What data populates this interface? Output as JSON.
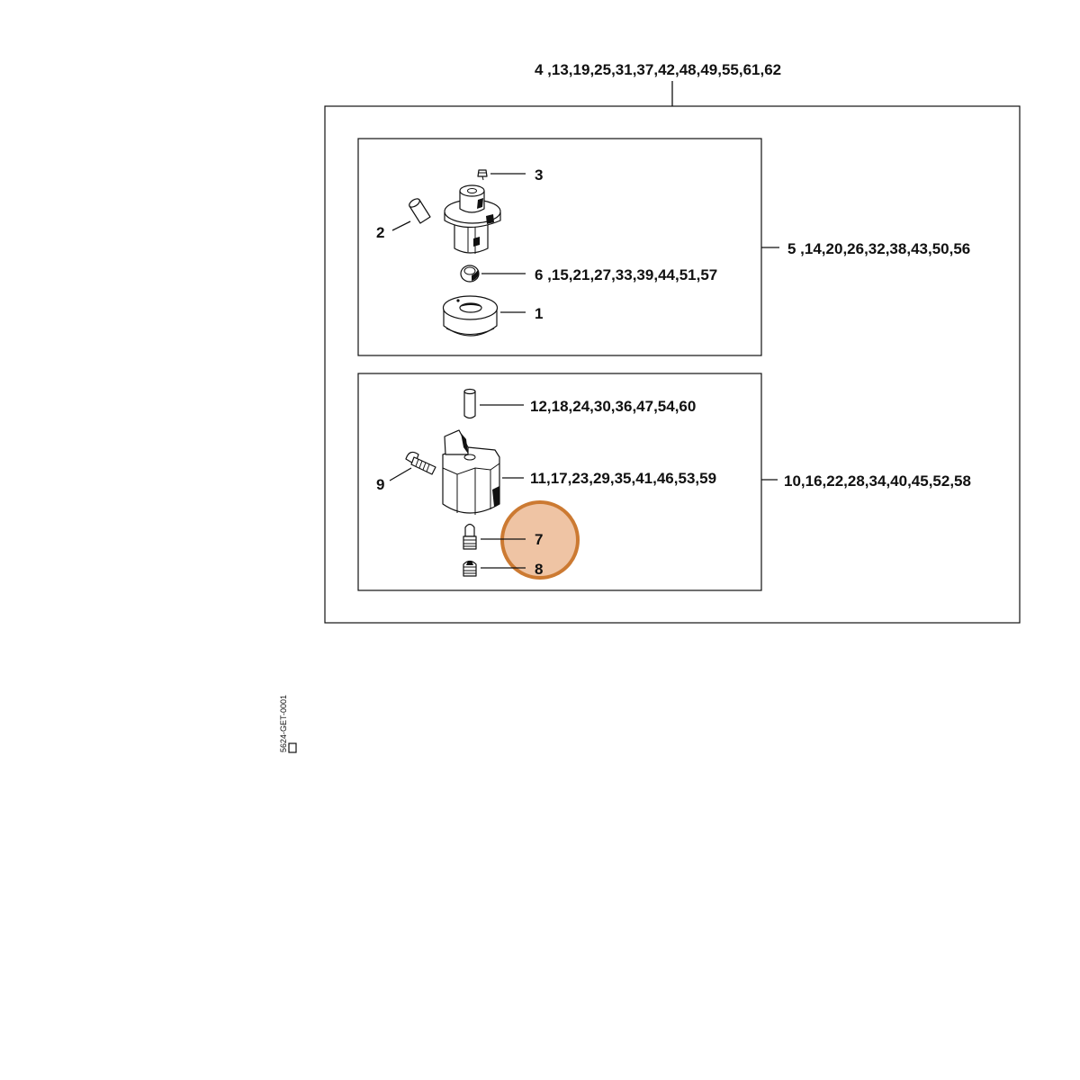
{
  "labels": {
    "assembly_top": "4 ,13,19,25,31,37,42,48,49,55,61,62",
    "upper_group": "5 ,14,20,26,32,38,43,50,56",
    "part_3": "3",
    "part_2": "2",
    "part_6": "6 ,15,21,27,33,39,44,51,57",
    "part_1": "1",
    "lower_group": "10,16,22,28,34,40,45,52,58",
    "part_12": "12,18,24,30,36,47,54,60",
    "part_11": "11,17,23,29,35,41,46,53,59",
    "part_9": "9",
    "part_7": "7",
    "part_8": "8"
  },
  "doc_id": "5624-GET-0001",
  "highlight": {
    "part": "7",
    "color": "#E49A62"
  },
  "icons": [
    "set-screw-icon",
    "pin-icon",
    "carburetor-body-icon",
    "rubber-plug-icon",
    "lever-icon",
    "screw-icon",
    "adjusting-screw-icon"
  ]
}
